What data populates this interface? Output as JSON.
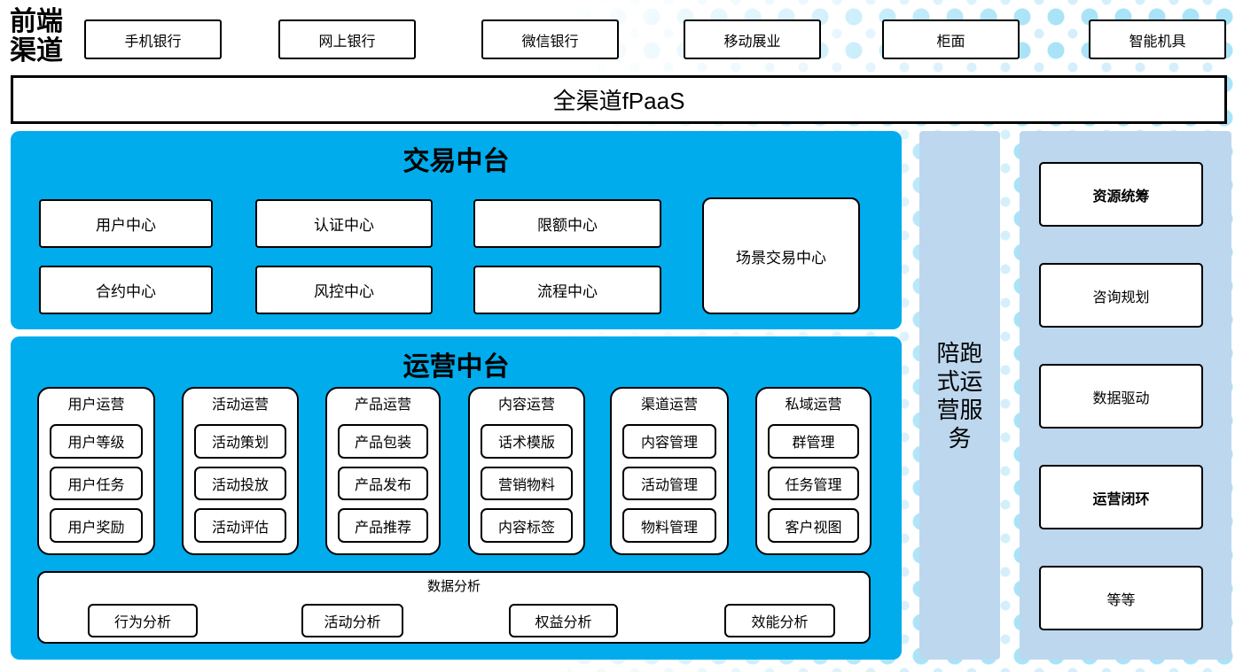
{
  "colors": {
    "cyan": "#00ACEC",
    "lightblue": "#BDD7EE",
    "dot-small": "#D4EFFB",
    "dot-large": "#A9E3F8"
  },
  "front_channel": {
    "label": "前端渠道",
    "channels": [
      "手机银行",
      "网上银行",
      "微信银行",
      "移动展业",
      "柜面",
      "智能机具"
    ]
  },
  "fpaas": {
    "label": "全渠道fPaaS"
  },
  "trade_platform": {
    "title": "交易中台",
    "centers": [
      "用户中心",
      "认证中心",
      "限额中心",
      "合约中心",
      "风控中心",
      "流程中心"
    ],
    "scenario_center": "场景交易中心"
  },
  "operation_platform": {
    "title": "运营中台",
    "groups": [
      {
        "title": "用户运营",
        "items": [
          "用户等级",
          "用户任务",
          "用户奖励"
        ]
      },
      {
        "title": "活动运营",
        "items": [
          "活动策划",
          "活动投放",
          "活动评估"
        ]
      },
      {
        "title": "产品运营",
        "items": [
          "产品包装",
          "产品发布",
          "产品推荐"
        ]
      },
      {
        "title": "内容运营",
        "items": [
          "话术模版",
          "营销物料",
          "内容标签"
        ]
      },
      {
        "title": "渠道运营",
        "items": [
          "内容管理",
          "活动管理",
          "物料管理"
        ]
      },
      {
        "title": "私域运营",
        "items": [
          "群管理",
          "任务管理",
          "客户视图"
        ]
      }
    ],
    "analysis": {
      "title": "数据分析",
      "items": [
        "行为分析",
        "活动分析",
        "权益分析",
        "效能分析"
      ]
    }
  },
  "service_bar": {
    "label": "陪跑式运营服务"
  },
  "service_panel": {
    "items": [
      "资源统筹",
      "咨询规划",
      "数据驱动",
      "运营闭环",
      "等等"
    ]
  }
}
